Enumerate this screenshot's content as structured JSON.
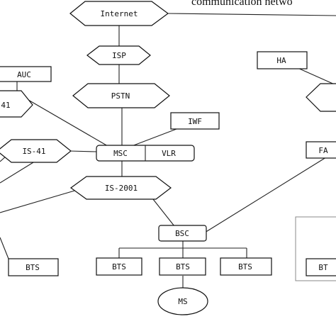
{
  "caption": "communication netwo",
  "nodes": {
    "internet": "Internet",
    "isp": "ISP",
    "pstn": "PSTN",
    "iwf": "IWF",
    "auc": "AUC",
    "is41_top": "41",
    "is41_mid": "IS-41",
    "msc": "MSC",
    "vlr": "VLR",
    "is2001": "IS-2001",
    "bsc": "BSC",
    "bts_left": "BTS",
    "bts_1": "BTS",
    "bts_2": "BTS",
    "bts_3": "BTS",
    "bts_right": "BT",
    "ms": "MS",
    "ha": "HA",
    "fa": "FA"
  }
}
